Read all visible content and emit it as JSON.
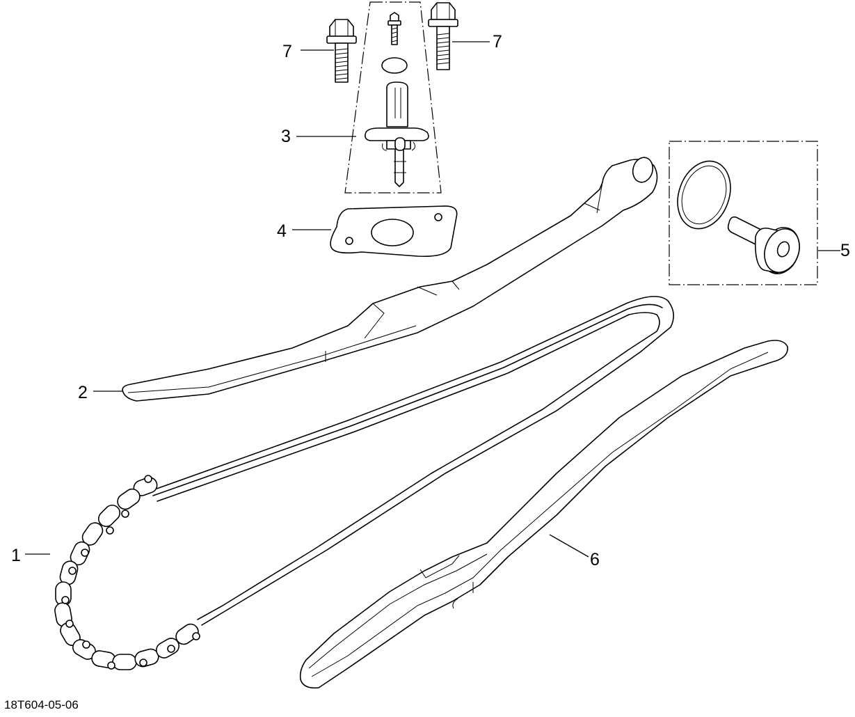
{
  "figure": {
    "reference_code": "18T604-05-06"
  },
  "callouts": {
    "c1": "1",
    "c2": "2",
    "c3": "3",
    "c4": "4",
    "c5": "5",
    "c6": "6",
    "c7_left": "7",
    "c7_right": "7"
  }
}
